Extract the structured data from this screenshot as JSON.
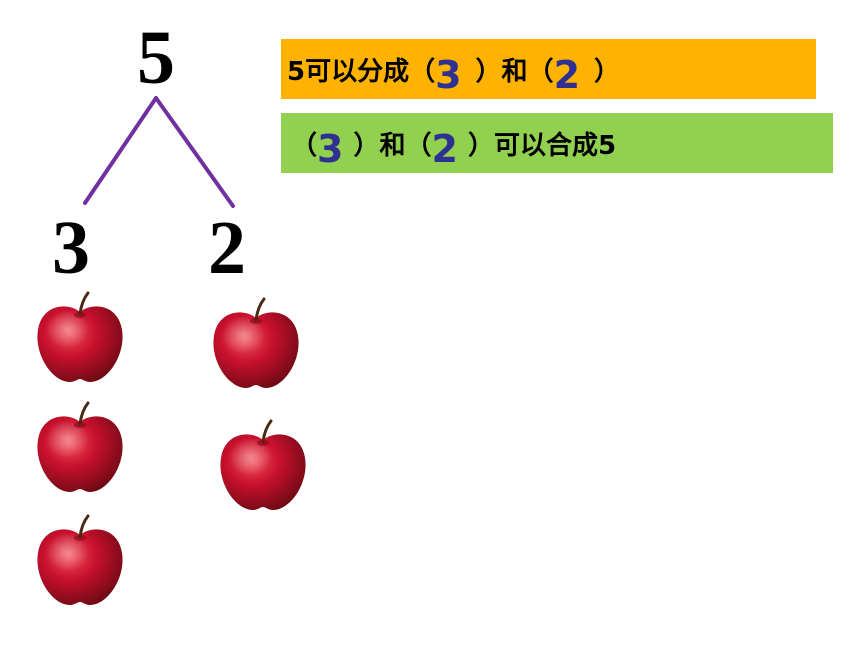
{
  "tree": {
    "total": "5",
    "left": "3",
    "right": "2"
  },
  "statement1": {
    "prefix": "5可以分成（",
    "a": "3",
    "mid": "）和（",
    "b": "2",
    "suffix": "）"
  },
  "statement2": {
    "prefix": "（",
    "a": "3",
    "mid": "）和（",
    "b": "2",
    "suffix": "）可以合成5"
  },
  "colors": {
    "band1": "#FFB300",
    "band2": "#92D050",
    "answer": "#2E3192",
    "lines": "#7030A0",
    "apple": "#C8102E"
  },
  "apples": {
    "left_count": 3,
    "right_count": 2
  }
}
